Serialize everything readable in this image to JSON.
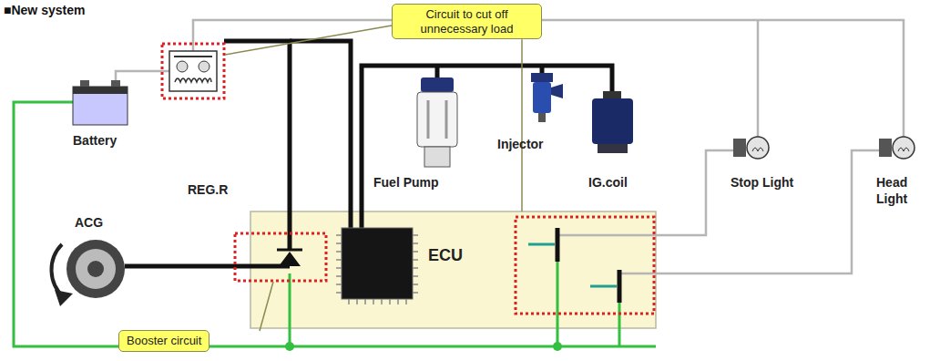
{
  "diagram": {
    "title": "■New system",
    "nodes": [
      {
        "text": [
          "Circuit to cut off unnecessary load"
        ]
      },
      {
        "text": [
          "ECU"
        ]
      },
      {
        "text": [
          "Booster circuit"
        ]
      }
    ],
    "edges": [
      {
        "from": 0,
        "to": 1,
        "arrow": "none"
      }
    ],
    "labels": [
      "Battery",
      "REG.R",
      "ACG",
      "Fuel Pump",
      "Injector",
      "IG.coil",
      "Stop Light",
      "Head Light"
    ]
  }
}
